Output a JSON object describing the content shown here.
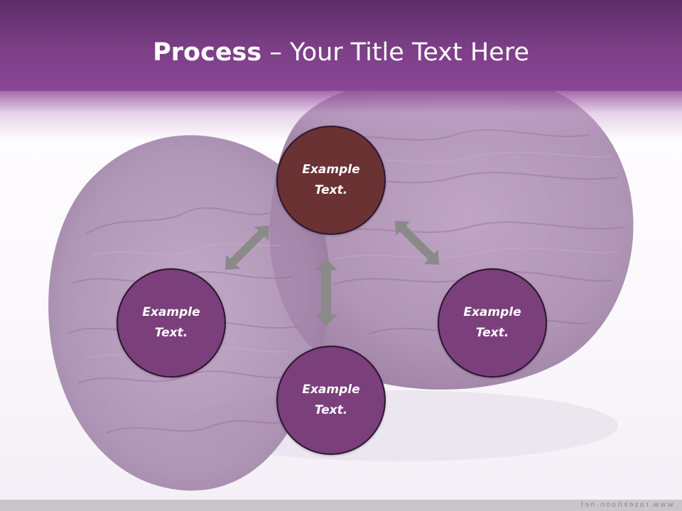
{
  "slide": {
    "title_strong": "Process",
    "title_rest": " – Your Title Text Here",
    "nodes": {
      "top": "Example\nText.",
      "left": "Example\nText.",
      "bottom": "Example\nText.",
      "right": "Example\nText."
    },
    "watermark": "www.rasekhoon.net"
  },
  "colors": {
    "header": "#7d3f88",
    "node_primary": "#6a3232",
    "node_secondary": "#7b3f7c",
    "arrow": "#8a8a8a"
  }
}
